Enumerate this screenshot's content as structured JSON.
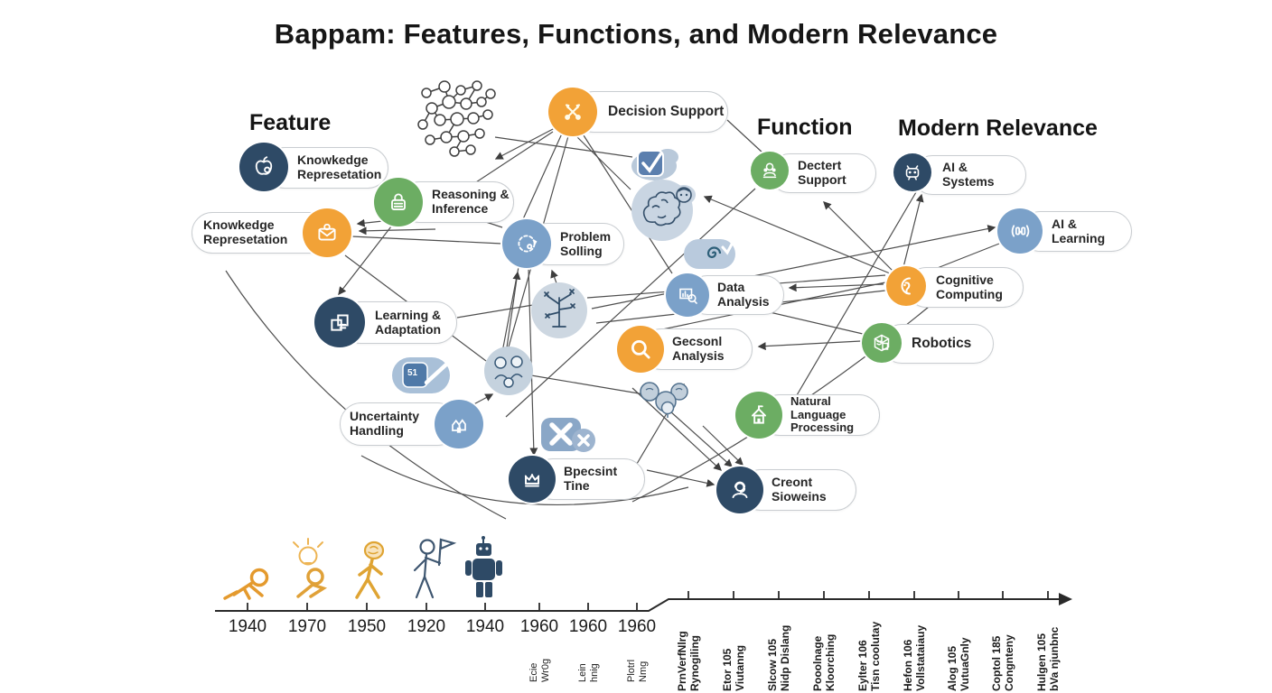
{
  "title": "Bappam: Features, Functions, and Modern Relevance",
  "headings": {
    "feature": "Feature",
    "function": "Function",
    "modern": "Modern Relevance"
  },
  "nodes": {
    "kr1": "Knowkedge\nRepresetation",
    "kr2": "Knowkedge\nRepresetation",
    "reasoning": "Reasoning &\nInference",
    "problem": "Problem\nSolling",
    "learning": "Learning &\nAdaptation",
    "uncertainty": "Uncertainty\nHandling",
    "decision_support": "Decision Support",
    "dectert": "Dectert\nSupport",
    "ai_systems": "AI &\nSystems",
    "ai_learning": "AI &\nLearning",
    "cognitive": "Cognitive\nComputing",
    "robotics": "Robotics",
    "data_analysis": "Data\nAnalysis",
    "gecsonl": "Gecsonl\nAnalysis",
    "nlp": "Natural Language\nProcessing",
    "bpecsint": "Bpecsint\nTine",
    "creont": "Creont\nSioweins"
  },
  "timeline": {
    "left_years": [
      "1940",
      "1970",
      "1950",
      "1920",
      "1940"
    ],
    "mid_years": [
      "1960",
      "1960",
      "1960"
    ],
    "mid_subs": [
      "Ecie\nWr0g",
      "Lein\nhnig",
      "Plotrl\nNmg"
    ],
    "right_labels": [
      "PrnVerfNlrg\nRynogiling",
      "Etor 105\nViutanng",
      "Slcow 105\nNidp Dislang",
      "Pooolnage\nKloorching",
      "Eylter 106\nTisn coolutay",
      "Hefon 106\nVollstataiauy",
      "Alog 105\nVutuaGnly",
      "Coptol 185\nCongnteny",
      "Hulgen 105\nbVa njunbnc"
    ]
  },
  "decorations": {
    "pencil_badge_glyph": "51"
  },
  "colors": {
    "orange": "#F2A237",
    "green": "#6CAD63",
    "navy": "#2E4A66",
    "blue": "#7BA1C9",
    "lightblue": "#C9D5E2",
    "edge": "#4f4f4f"
  },
  "icons": {
    "kr1": "apple-icon",
    "kr2": "envelope-icon",
    "reasoning": "lock-icon",
    "problem": "cycle-icon",
    "learning": "documents-icon",
    "uncertainty": "houses-icon",
    "decision_support": "crossed-swords-icon",
    "dectert": "people-icon",
    "ai_systems": "robot-icon",
    "ai_learning": "hands-icon",
    "cognitive": "head-profile-icon",
    "robotics": "cube-icon",
    "data_analysis": "chart-icon",
    "gecsonl": "magnifier-icon",
    "nlp": "house-icon",
    "bpecsint": "crown-icon",
    "creont": "support-person-icon"
  }
}
